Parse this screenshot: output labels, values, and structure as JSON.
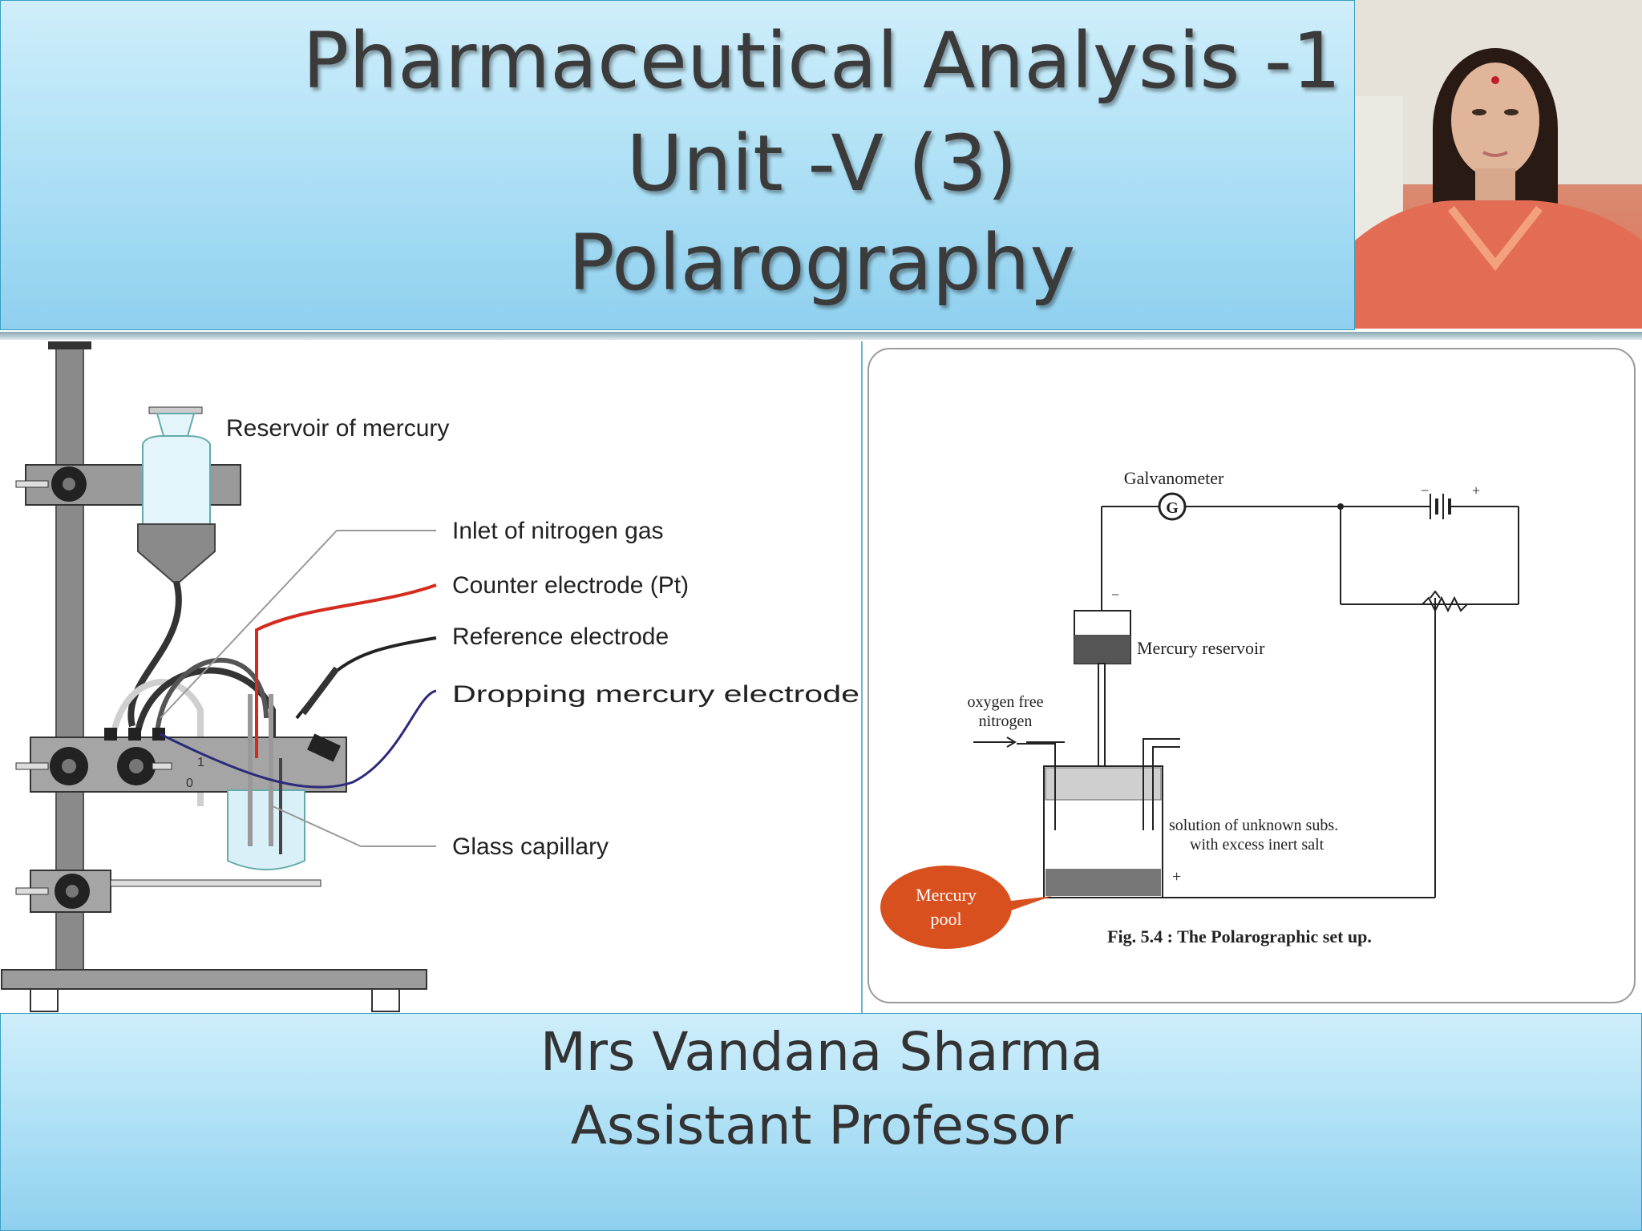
{
  "header": {
    "title_line1": "Pharmaceutical Analysis -1",
    "title_line2": "Unit -V (3)",
    "title_line3": "Polarography"
  },
  "left_diagram": {
    "labels": {
      "reservoir": "Reservoir of mercury",
      "inlet": "Inlet of nitrogen gas",
      "counter": "Counter electrode (Pt)",
      "reference": "Reference electrode",
      "dropping": "Dropping mercury electrode",
      "capillary": "Glass capillary"
    },
    "switch_labels": {
      "on": "1",
      "off": "0"
    }
  },
  "right_diagram": {
    "galvanometer": "Galvanometer",
    "galvanometer_symbol": "G",
    "battery_minus": "−",
    "battery_plus": "+",
    "reservoir_minus": "−",
    "mercury_reservoir": "Mercury reservoir",
    "oxygen_line1": "oxygen free",
    "oxygen_line2": "nitrogen",
    "solution_line1": "solution of unknown subs.",
    "solution_line2": "with excess inert salt",
    "pool_plus": "+",
    "callout_line1": "Mercury",
    "callout_line2": "pool",
    "caption": "Fig. 5.4 : The Polarographic set up."
  },
  "footer": {
    "name": "Mrs Vandana Sharma",
    "role": "Assistant Professor"
  },
  "colors": {
    "panel_gradient_top": "#cfeefb",
    "panel_gradient_bottom": "#8fd0ef",
    "callout_fill": "#d9501f",
    "counter_wire": "#d52b1e",
    "dme_wire": "#2c2a7a"
  }
}
